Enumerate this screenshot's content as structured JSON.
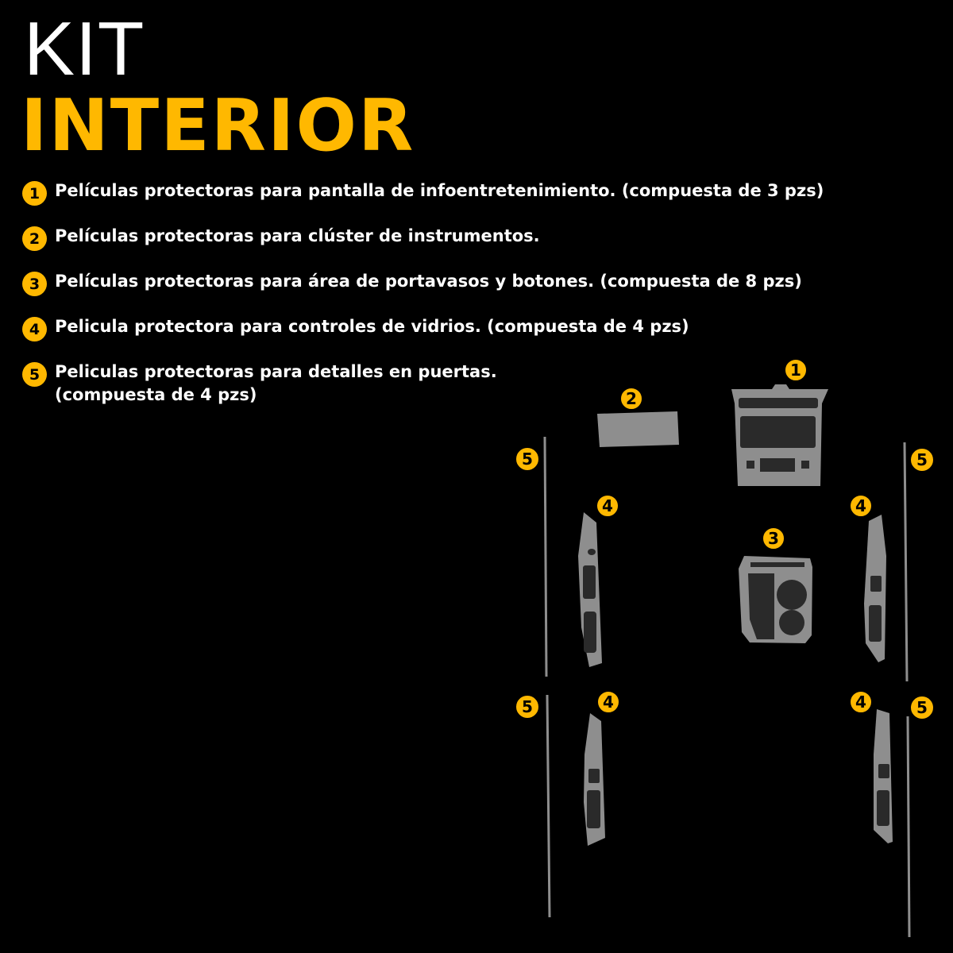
{
  "title": {
    "line1": "KIT",
    "line2": "INTERIOR"
  },
  "colors": {
    "accent": "#FFB800",
    "background": "#000000",
    "text": "#FFFFFF",
    "part": "#8E8E8E"
  },
  "items": [
    {
      "number": "1",
      "text": "Películas protectoras para pantalla de infoentretenimiento. (compuesta de 3 pzs)"
    },
    {
      "number": "2",
      "text": "Películas protectoras para clúster de instrumentos."
    },
    {
      "number": "3",
      "text": "Películas protectoras para área de portavasos y botones. (compuesta de 8 pzs)"
    },
    {
      "number": "4",
      "text": "Pelicula protectora para controles de vidrios. (compuesta de 4 pzs)"
    },
    {
      "number": "5",
      "text": "Peliculas protectoras para detalles en puertas.",
      "text_line2": "(compuesta de 4 pzs)"
    }
  ],
  "diagram": {
    "labels": {
      "infotainment": "1",
      "cluster": "2",
      "cupholder": "3",
      "window_front_left": "4",
      "window_front_right": "4",
      "window_rear_left": "4",
      "window_rear_right": "4",
      "door_front_left": "5",
      "door_front_right": "5",
      "door_rear_left": "5",
      "door_rear_right": "5"
    }
  }
}
